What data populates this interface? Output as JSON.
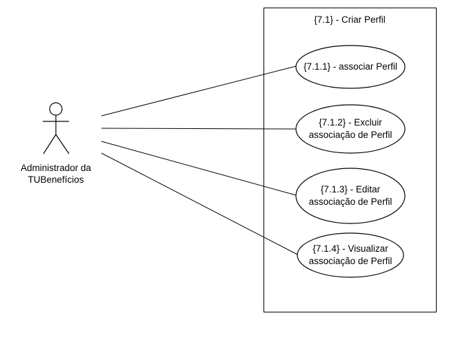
{
  "system": {
    "title": "{7.1} - Criar Perfil"
  },
  "actor": {
    "name_line1": "Administrador da",
    "name_line2": "TUBenefícios"
  },
  "use_cases": [
    {
      "line1": "{7.1.1} - associar Perfil",
      "line2": ""
    },
    {
      "line1": "{7.1.2} - Excluir",
      "line2": "associação de Perfil"
    },
    {
      "line1": "{7.1.3} - Editar",
      "line2": "associação de Perfil"
    },
    {
      "line1": "{7.1.4} - Visualizar",
      "line2": "associação de Perfil"
    }
  ],
  "colors": {
    "stroke": "#000000",
    "fill": "#ffffff"
  }
}
